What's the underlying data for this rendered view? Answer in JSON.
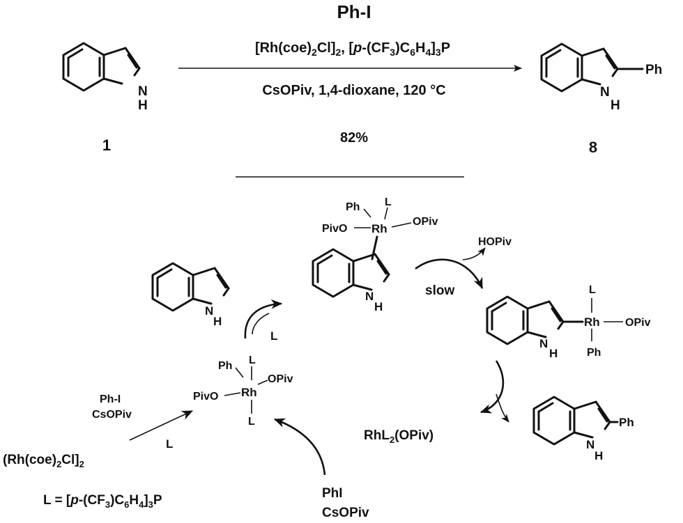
{
  "reaction": {
    "reagent_top": "Ph-I",
    "conditions_line1": "[Rh(coe)2Cl]2, [p-(CF3)C6H4]3P",
    "conditions_line2": "CsOPiv, 1,4-dioxane, 120 °C",
    "yield": "82%",
    "start_label": "1",
    "product_label": "8"
  },
  "atoms": {
    "nh_n": "N",
    "nh_h": "H",
    "ph": "Ph",
    "rh": "Rh",
    "l": "L",
    "opiv": "OPiv",
    "pivo": "PivO"
  },
  "cycle": {
    "hopiv": "HOPiv",
    "slow": "slow",
    "l_enter": "L",
    "l_arrow": "L",
    "rhl2": "RhL2(OPiv)",
    "phi_cs_1": "Ph-I",
    "phi_cs_2": "CsOPiv",
    "precursor": "(Rh(coe)2Cl]2",
    "bottom_reagent_1": "PhI",
    "bottom_reagent_2": "CsOPiv",
    "ligand_def": "L = [p-(CF3)C6H4]3P"
  },
  "colors": {
    "ink": "#111111",
    "background": "#ffffff"
  }
}
